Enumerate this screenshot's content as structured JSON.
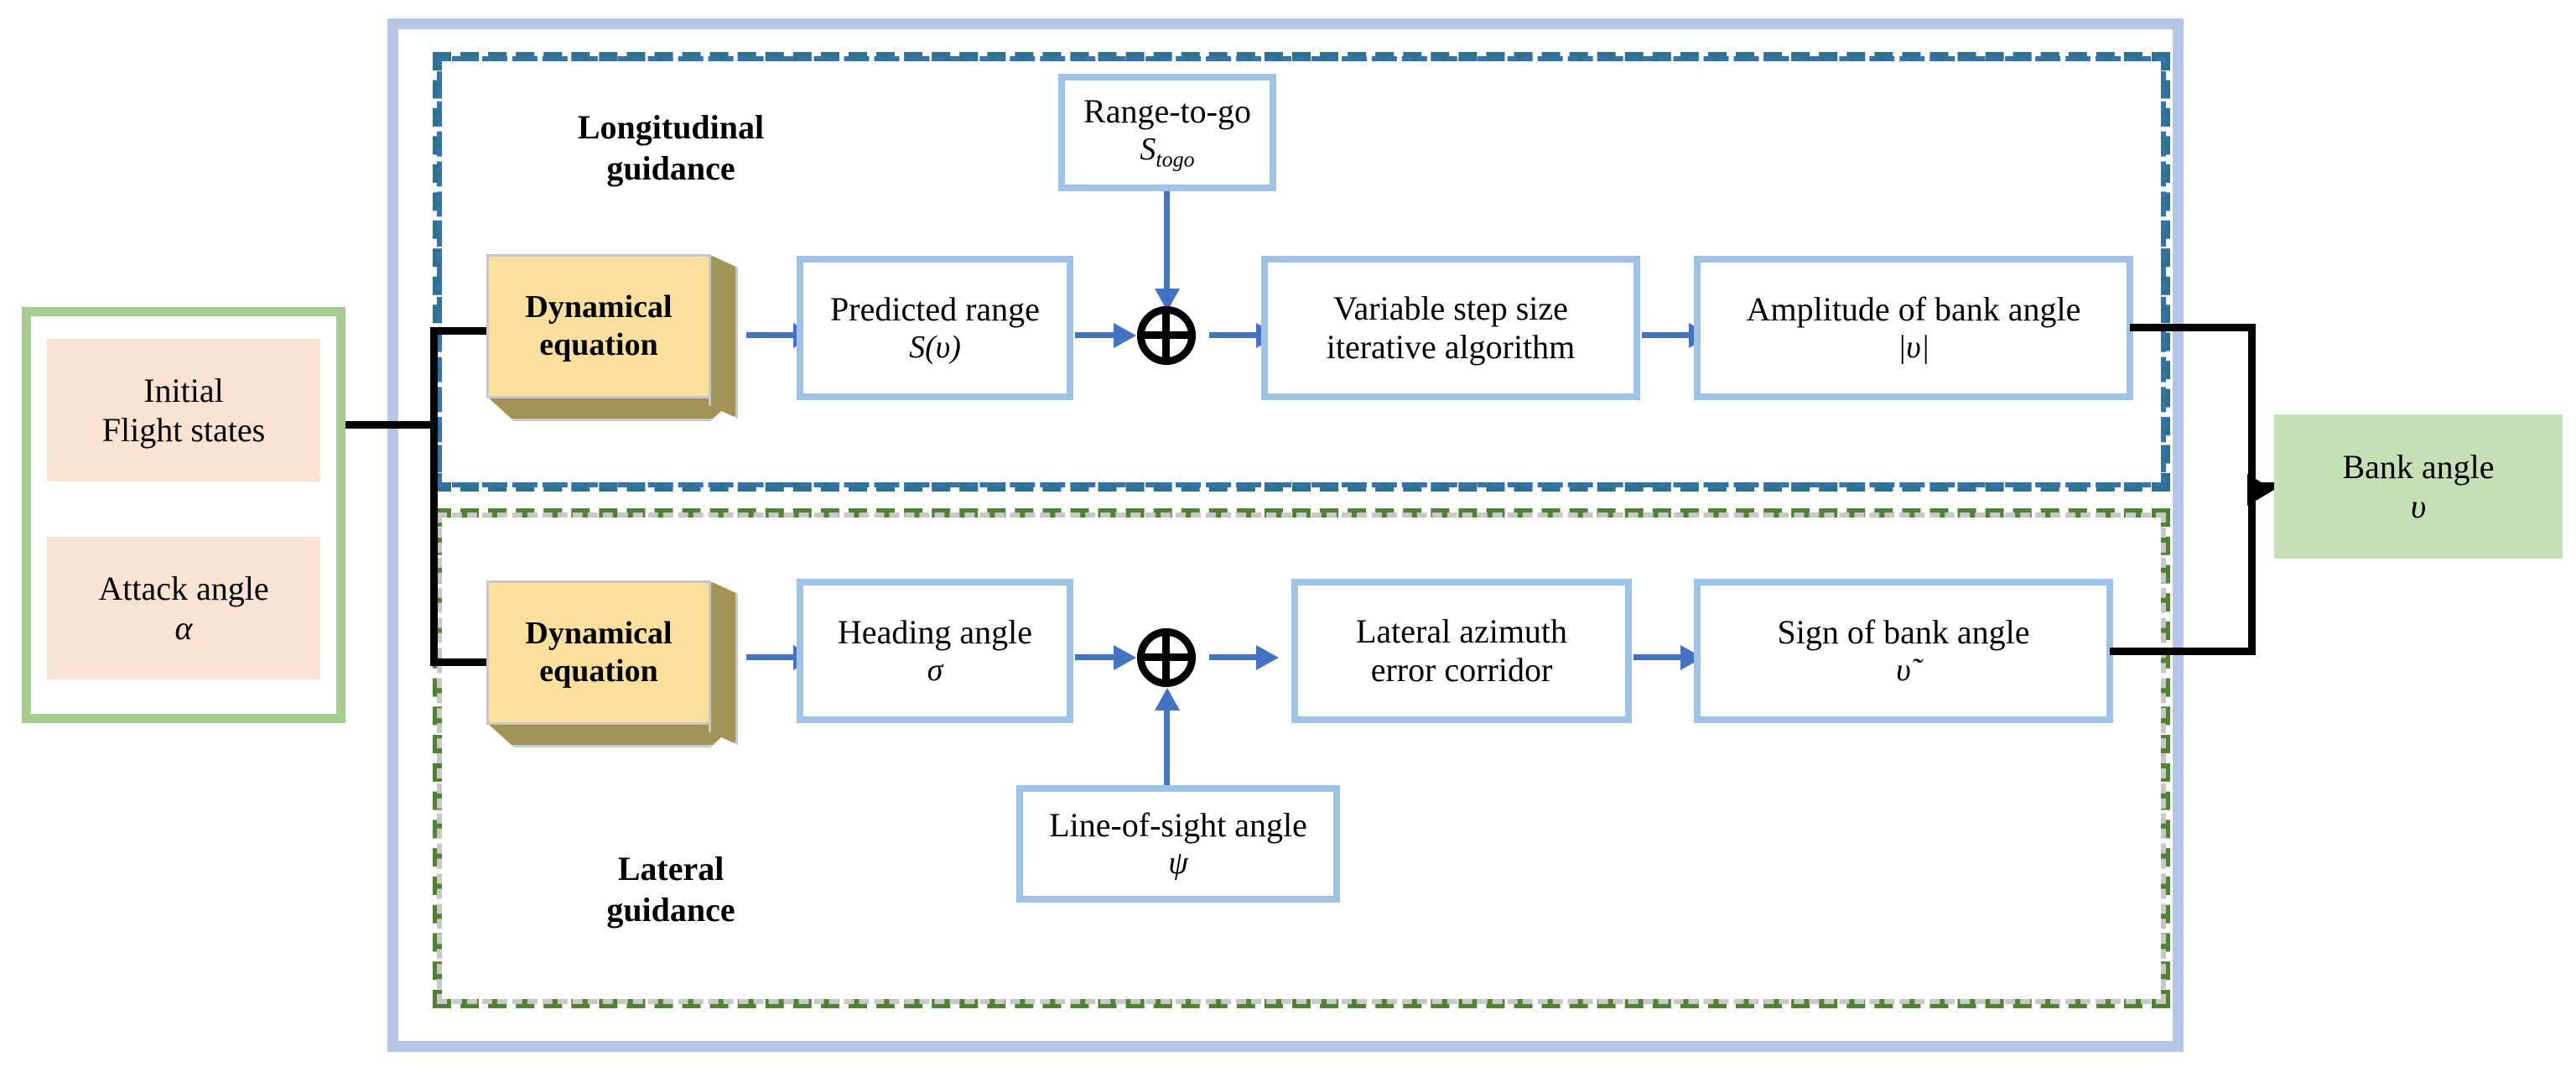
{
  "diagram": {
    "title": "Entry guidance bank angle block diagram",
    "colors": {
      "outer_border": "#b6c6e8",
      "longitudinal_dash": "#2f7388",
      "lateral_dash": "#4f8233",
      "process_box_border": "#9dc3e6",
      "dynamical_face": "#fae09c",
      "dynamical_side": "#a39455",
      "input_group_border": "#a5ce8e",
      "input_box_fill": "#fbe3d4",
      "output_box_fill": "#c5e0b4",
      "arrow_blue": "#4472c4",
      "arrow_black": "#000000"
    },
    "inputs": {
      "group_name": "initial-conditions",
      "items": [
        {
          "label": "Initial\nFlight states",
          "line1": "Initial",
          "line2": "Flight states",
          "symbol": ""
        },
        {
          "label": "Attack angle",
          "line1": "Attack angle",
          "line2": "",
          "symbol": "α"
        }
      ]
    },
    "regions": [
      {
        "name": "longitudinal",
        "label_line1": "Longitudinal",
        "label_line2": "guidance"
      },
      {
        "name": "lateral",
        "label_line1": "Lateral",
        "label_line2": "guidance"
      }
    ],
    "longitudinal": {
      "dynamical": {
        "line1": "Dynamical",
        "line2": "equation"
      },
      "predicted_range": {
        "line1": "Predicted range",
        "symbol": "S(υ)"
      },
      "range_to_go": {
        "line1": "Range-to-go",
        "symbol": "S",
        "subscript": "togo"
      },
      "summation": {
        "glyph": "⊕"
      },
      "iterative": {
        "line1": "Variable step size",
        "line2": "iterative algorithm"
      },
      "amplitude": {
        "line1": "Amplitude of bank angle",
        "symbol": "|υ|"
      }
    },
    "lateral": {
      "dynamical": {
        "line1": "Dynamical",
        "line2": "equation"
      },
      "heading_angle": {
        "line1": "Heading angle",
        "symbol": "σ"
      },
      "line_of_sight": {
        "line1": "Line-of-sight angle",
        "symbol": "ψ"
      },
      "summation": {
        "glyph": "⊕"
      },
      "azimuth_corridor": {
        "line1": "Lateral azimuth",
        "line2": "error corridor"
      },
      "sign": {
        "line1": "Sign of bank angle",
        "symbol": "υ̃"
      }
    },
    "output": {
      "line1": "Bank angle",
      "symbol": "υ"
    }
  }
}
